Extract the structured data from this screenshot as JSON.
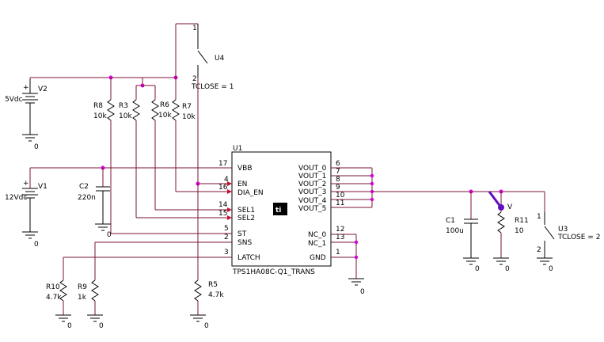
{
  "sources": {
    "v2": {
      "name": "V2",
      "value": "5Vdc",
      "gnd": "0"
    },
    "v1": {
      "name": "V1",
      "value": "12Vdc",
      "gnd": "0"
    }
  },
  "switches": {
    "u4": {
      "name": "U4",
      "pin1": "1",
      "pin2": "2",
      "tclose": "TCLOSE = 1"
    },
    "u3": {
      "name": "U3",
      "pin1": "1",
      "pin2": "2",
      "tclose": "TCLOSE = 2",
      "gnd": "0"
    }
  },
  "resistors": {
    "r8": {
      "name": "R8",
      "value": "10k"
    },
    "r3": {
      "name": "R3",
      "value": "10k"
    },
    "r6": {
      "name": "R6",
      "value": "10k"
    },
    "r7": {
      "name": "R7",
      "value": "10k"
    },
    "r10": {
      "name": "R10",
      "value": "4.7k",
      "gnd": "0"
    },
    "r9": {
      "name": "R9",
      "value": "1k",
      "gnd": "0"
    },
    "r5": {
      "name": "R5",
      "value": "4.7k",
      "gnd": "0"
    },
    "r11": {
      "name": "R11",
      "value": "10",
      "gnd": "0"
    }
  },
  "capacitors": {
    "c2": {
      "name": "C2",
      "value": "220n",
      "gnd": "0"
    },
    "c1": {
      "name": "C1",
      "value": "100u",
      "gnd": "0"
    }
  },
  "u1": {
    "ref": "U1",
    "part": "TPS1HA08C-Q1_TRANS",
    "gnd": "0",
    "left_pins": [
      {
        "label": "VBB",
        "num": "17"
      },
      {
        "label": "EN",
        "num": "4"
      },
      {
        "label": "DIA_EN",
        "num": "16"
      },
      {
        "label": "SEL1",
        "num": "14"
      },
      {
        "label": "SEL2",
        "num": "15"
      },
      {
        "label": "ST",
        "num": "5"
      },
      {
        "label": "SNS",
        "num": "2"
      },
      {
        "label": "LATCH",
        "num": "3"
      }
    ],
    "right_pins": [
      {
        "label": "VOUT_0",
        "num": "6"
      },
      {
        "label": "VOUT_1",
        "num": "7"
      },
      {
        "label": "VOUT_2",
        "num": "8"
      },
      {
        "label": "VOUT_3",
        "num": "9"
      },
      {
        "label": "VOUT_4",
        "num": "10"
      },
      {
        "label": "VOUT_5",
        "num": "11"
      },
      {
        "label": "NC_0",
        "num": "12"
      },
      {
        "label": "NC_1",
        "num": "13"
      },
      {
        "label": "GND",
        "num": "1"
      }
    ]
  },
  "misc": {
    "st_gnd": "0",
    "probe": "V"
  }
}
